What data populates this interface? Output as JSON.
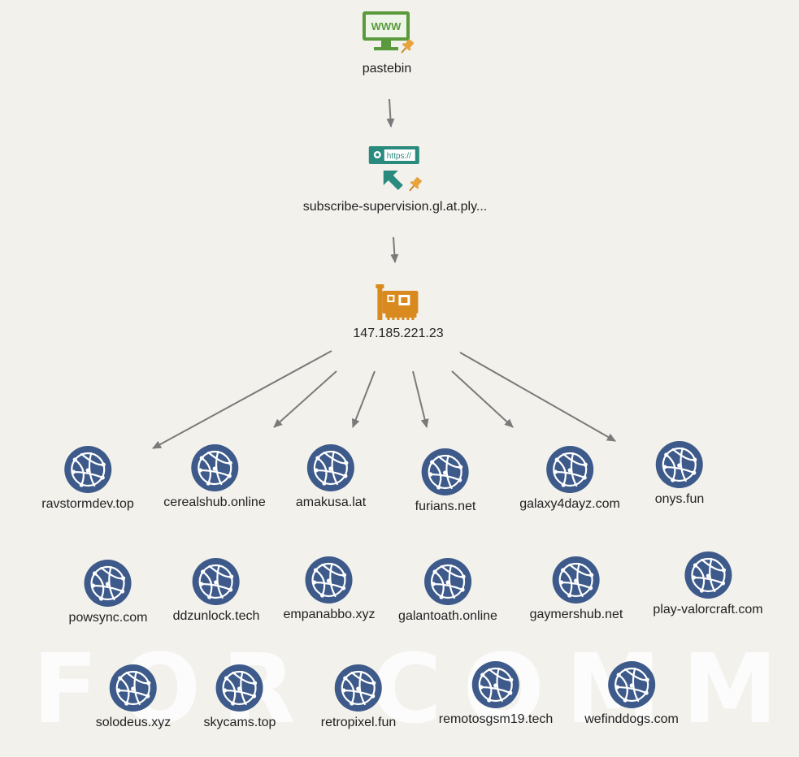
{
  "watermark_text": "FOR COMMER",
  "colors": {
    "background": "#f2f1ec",
    "arrow": "#7a7a7a",
    "globe": "#3d5a8a",
    "www_icon": "#5a9a3c",
    "url_icon": "#2a8a7e",
    "ip_icon": "#d98a1f",
    "pin": "#e8a33c"
  },
  "nodes": {
    "source": {
      "icon": "www-monitor-icon",
      "label": "pastebin",
      "pinned": true
    },
    "url": {
      "icon": "url-cursor-icon",
      "label": "subscribe-supervision.gl.at.ply...",
      "url_text": "https://",
      "pinned": true
    },
    "ip": {
      "icon": "network-card-icon",
      "label": "147.185.221.23"
    }
  },
  "domains": [
    {
      "label": "ravstormdev.top"
    },
    {
      "label": "cerealshub.online"
    },
    {
      "label": "amakusa.lat"
    },
    {
      "label": "furians.net"
    },
    {
      "label": "galaxy4dayz.com"
    },
    {
      "label": "onys.fun"
    },
    {
      "label": "powsync.com"
    },
    {
      "label": "ddzunlock.tech"
    },
    {
      "label": "empanabbo.xyz"
    },
    {
      "label": "galantoath.online"
    },
    {
      "label": "gaymershub.net"
    },
    {
      "label": "play-valorcraft.com"
    },
    {
      "label": "solodeus.xyz"
    },
    {
      "label": "skycams.top"
    },
    {
      "label": "retropixel.fun"
    },
    {
      "label": "remotosgsm19.tech"
    },
    {
      "label": "wefinddogs.com"
    }
  ]
}
